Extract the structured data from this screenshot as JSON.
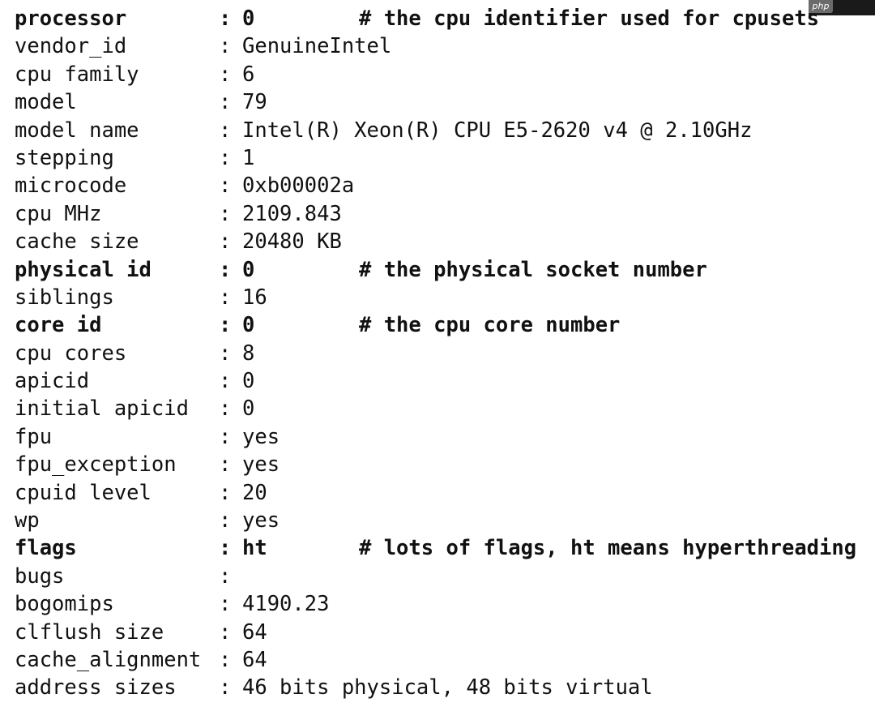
{
  "watermark": {
    "text": "php"
  },
  "lines": [
    {
      "key": "processor",
      "sep": ":",
      "value": "0",
      "comment": "# the cpu identifier used for cpusets",
      "bold": true
    },
    {
      "key": "vendor_id",
      "sep": ":",
      "value": "GenuineIntel",
      "comment": "",
      "bold": false
    },
    {
      "key": "cpu family",
      "sep": ":",
      "value": "6",
      "comment": "",
      "bold": false
    },
    {
      "key": "model",
      "sep": ":",
      "value": "79",
      "comment": "",
      "bold": false
    },
    {
      "key": "model name",
      "sep": ":",
      "value": "Intel(R) Xeon(R) CPU E5-2620 v4 @ 2.10GHz",
      "comment": "",
      "bold": false
    },
    {
      "key": "stepping",
      "sep": ":",
      "value": "1",
      "comment": "",
      "bold": false
    },
    {
      "key": "microcode",
      "sep": ":",
      "value": "0xb00002a",
      "comment": "",
      "bold": false
    },
    {
      "key": "cpu MHz",
      "sep": ":",
      "value": "2109.843",
      "comment": "",
      "bold": false
    },
    {
      "key": "cache size",
      "sep": ":",
      "value": "20480 KB",
      "comment": "",
      "bold": false
    },
    {
      "key": "physical id",
      "sep": ":",
      "value": "0",
      "comment": "# the physical socket number",
      "bold": true
    },
    {
      "key": "siblings",
      "sep": ":",
      "value": "16",
      "comment": "",
      "bold": false
    },
    {
      "key": "core id",
      "sep": ":",
      "value": "0",
      "comment": "# the cpu core number",
      "bold": true
    },
    {
      "key": "cpu cores",
      "sep": ":",
      "value": "8",
      "comment": "",
      "bold": false
    },
    {
      "key": "apicid",
      "sep": ":",
      "value": "0",
      "comment": "",
      "bold": false
    },
    {
      "key": "initial apicid",
      "sep": ":",
      "value": "0",
      "comment": "",
      "bold": false
    },
    {
      "key": "fpu",
      "sep": ":",
      "value": "yes",
      "comment": "",
      "bold": false
    },
    {
      "key": "fpu_exception",
      "sep": ":",
      "value": "yes",
      "comment": "",
      "bold": false
    },
    {
      "key": "cpuid level",
      "sep": ":",
      "value": "20",
      "comment": "",
      "bold": false
    },
    {
      "key": "wp",
      "sep": ":",
      "value": "yes",
      "comment": "",
      "bold": false
    },
    {
      "key": "flags",
      "sep": ":",
      "value": "ht",
      "comment": "# lots of flags, ht means hyperthreading",
      "bold": true
    },
    {
      "key": "bugs",
      "sep": ":",
      "value": "",
      "comment": "",
      "bold": false
    },
    {
      "key": "bogomips",
      "sep": ":",
      "value": "4190.23",
      "comment": "",
      "bold": false
    },
    {
      "key": "clflush size",
      "sep": ":",
      "value": "64",
      "comment": "",
      "bold": false
    },
    {
      "key": "cache_alignment",
      "sep": ":",
      "value": "64",
      "comment": "",
      "bold": false
    },
    {
      "key": "address sizes",
      "sep": ":",
      "value": "46 bits physical, 48 bits virtual",
      "comment": "",
      "bold": false
    }
  ]
}
